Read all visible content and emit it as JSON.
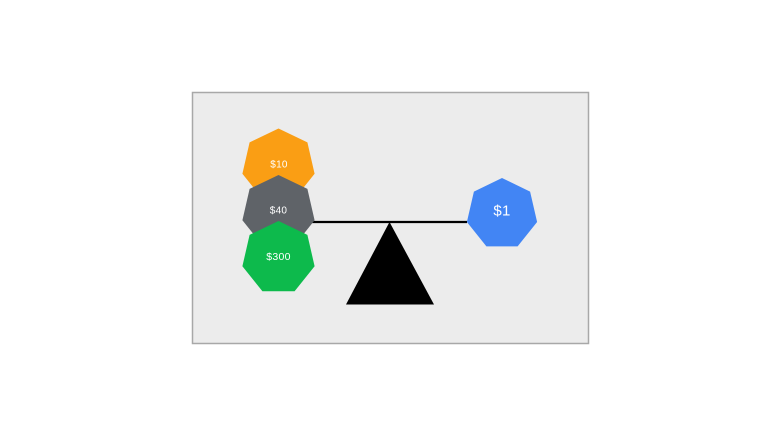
{
  "diagram": {
    "name": "balance-scale-money-diagram",
    "panel": {
      "background": "#ECECEC",
      "border_color": "#A8A8A8"
    },
    "beam": {
      "color": "#000000"
    },
    "fulcrum": {
      "color": "#000000"
    },
    "label_color": "#FFFFFF",
    "left_weights": [
      {
        "label": "$10",
        "color": "#FA9E14"
      },
      {
        "label": "$40",
        "color": "#5F6368"
      },
      {
        "label": "$300",
        "color": "#0DBA4C"
      }
    ],
    "right_weight": {
      "label": "$1",
      "color": "#4285F4"
    }
  }
}
